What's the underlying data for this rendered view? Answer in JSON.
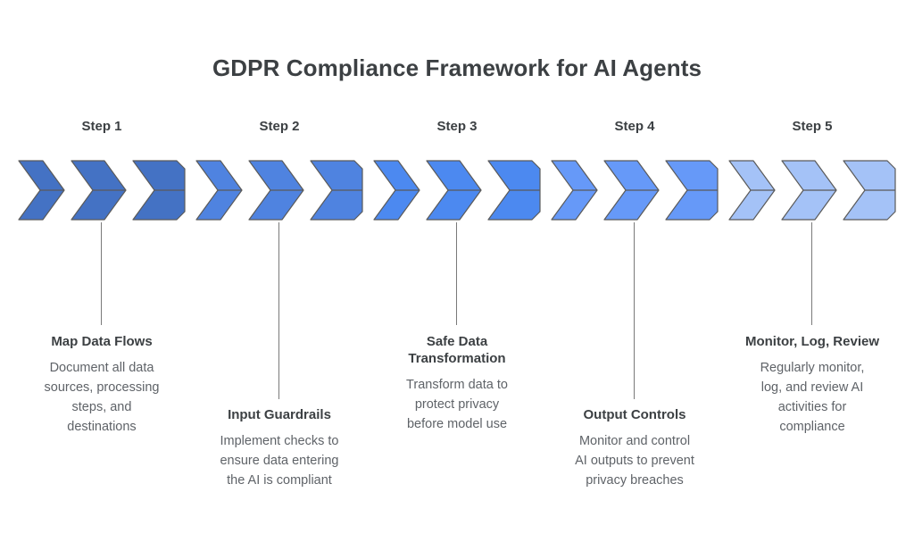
{
  "chart_data": {
    "type": "diagram",
    "diagram_type": "chevron-process-flow",
    "title": "GDPR Compliance Framework for AI Agents",
    "orientation": "horizontal",
    "step_count": 5,
    "chevrons_per_step": 3,
    "legend": "none",
    "grid": false,
    "categories": [
      "Step 1",
      "Step 2",
      "Step 3",
      "Step 4",
      "Step 5"
    ],
    "series": [
      {
        "name": "Compliance Steps",
        "values": [
          "Map Data Flows",
          "Input Guardrails",
          "Safe Data Transformation",
          "Output Controls",
          "Monitor, Log, Review"
        ]
      }
    ]
  },
  "header": {
    "title": "GDPR Compliance Framework for AI Agents"
  },
  "colors": {
    "title_text": "#3c4043",
    "body_text": "#5f6368",
    "connector_line": "#7a7a7a",
    "chevron_stroke": "#5a5a5a",
    "background": "#ffffff",
    "step_fills": [
      "#4472c4",
      "#4f83e0",
      "#4c89f0",
      "#6699f8",
      "#a4c2f7"
    ]
  },
  "steps": [
    {
      "step_label": "Step 1",
      "fill": "#4472c4",
      "title": "Map Data Flows",
      "description": "Document all data\nsources, processing\nsteps, and\ndestinations",
      "position": "high"
    },
    {
      "step_label": "Step 2",
      "fill": "#4f83e0",
      "title": "Input Guardrails",
      "description": "Implement checks to\nensure data entering\nthe AI is compliant",
      "position": "low"
    },
    {
      "step_label": "Step 3",
      "fill": "#4c89f0",
      "title": "Safe Data\nTransformation",
      "description": "Transform data to\nprotect privacy\nbefore model use",
      "position": "high"
    },
    {
      "step_label": "Step 4",
      "fill": "#6699f8",
      "title": "Output Controls",
      "description": "Monitor and control\nAI outputs to prevent\nprivacy breaches",
      "position": "low"
    },
    {
      "step_label": "Step 5",
      "fill": "#a4c2f7",
      "title": "Monitor, Log, Review",
      "description": "Regularly monitor,\nlog, and review AI\nactivities for\ncompliance",
      "position": "high"
    }
  ]
}
